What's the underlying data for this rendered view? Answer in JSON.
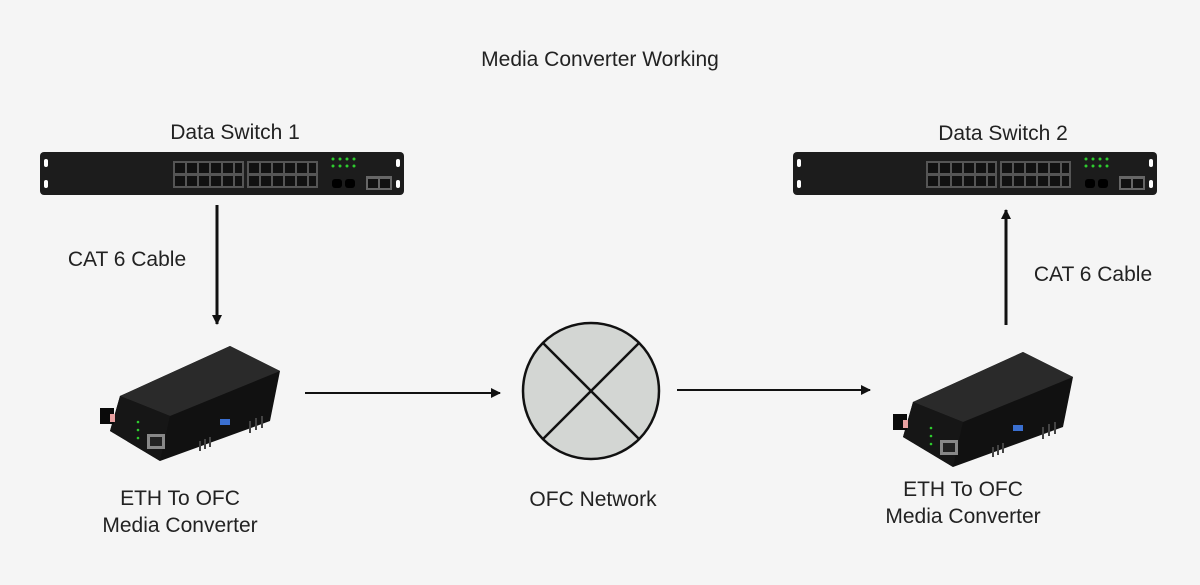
{
  "title": "Media Converter Working",
  "nodes": {
    "switch1": {
      "label": "Data Switch 1"
    },
    "switch2": {
      "label": "Data Switch 2"
    },
    "converter1": {
      "label_line1": "ETH To OFC",
      "label_line2": "Media Converter"
    },
    "converter2": {
      "label_line1": "ETH To OFC",
      "label_line2": "Media Converter"
    },
    "network": {
      "label": "OFC Network"
    }
  },
  "edges": {
    "left_cable": {
      "label": "CAT 6 Cable"
    },
    "right_cable": {
      "label": "CAT 6 Cable"
    }
  },
  "colors": {
    "background": "#f5f5f5",
    "device": "#1c1c1c",
    "led": "#2ecc2e",
    "network_fill": "#d3d6d3"
  }
}
